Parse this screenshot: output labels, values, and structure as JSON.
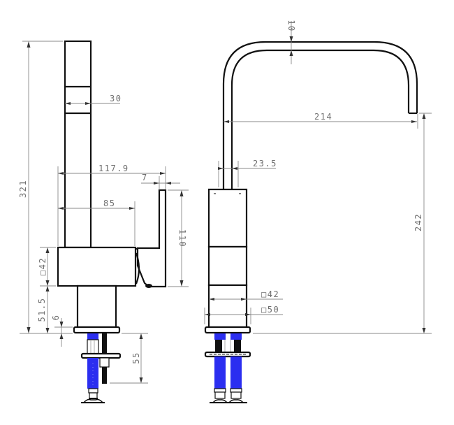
{
  "drawing": {
    "subject": "Kitchen faucet technical drawing",
    "views": [
      {
        "name": "side-view",
        "dimensions": {
          "overall_height": "321",
          "spout_width": "30",
          "reach_to_lever": "117.9",
          "lever_thickness": "7",
          "body_to_lever": "85",
          "lever_height": "110",
          "body_square": "□42",
          "base_height": "51.5",
          "base_plate": "6",
          "shank_length": "55"
        }
      },
      {
        "name": "front-view",
        "dimensions": {
          "tube_diameter": "10",
          "spout_reach": "214",
          "spout_spacing": "23.5",
          "outlet_height": "242",
          "body_square": "□42",
          "base_square": "□50"
        }
      }
    ],
    "colors": {
      "outline": "#111111",
      "dimension": "#8a8a8a",
      "hose": "#2b2ef0",
      "background": "#ffffff"
    }
  }
}
